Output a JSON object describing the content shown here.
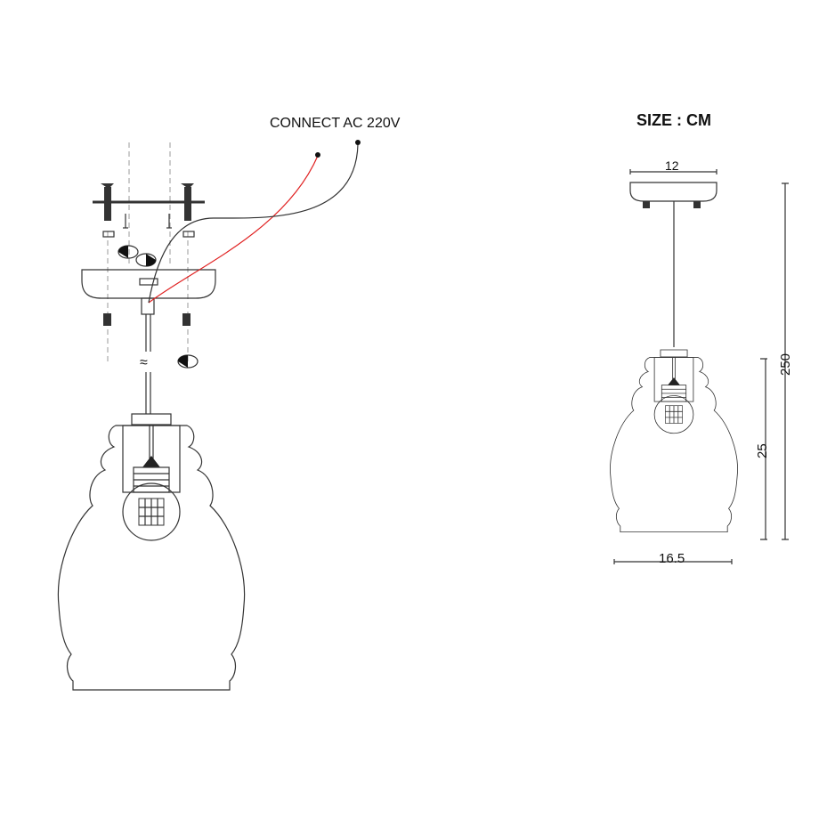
{
  "install_diagram": {
    "wiring_label": "CONNECT AC 220V",
    "live_wire_color": "#e02020",
    "neutral_wire_color": "#333333"
  },
  "dimension_diagram": {
    "unit_label": "SIZE : CM",
    "canopy_width": "12",
    "total_height": "250",
    "shade_height": "25",
    "shade_width": "16.5"
  }
}
